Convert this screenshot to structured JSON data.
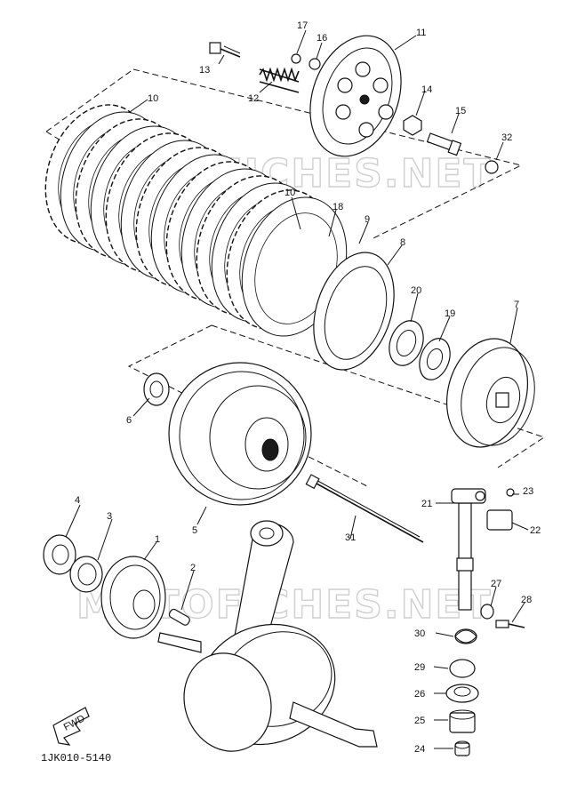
{
  "watermark": "MOTOFICHES.NET",
  "diagram_code": "1JK010-5140",
  "fwd_label": "FWD",
  "callouts": [
    {
      "id": "c1",
      "text": "1"
    },
    {
      "id": "c2",
      "text": "2"
    },
    {
      "id": "c3",
      "text": "3"
    },
    {
      "id": "c4",
      "text": "4"
    },
    {
      "id": "c5",
      "text": "5"
    },
    {
      "id": "c6",
      "text": "6"
    },
    {
      "id": "c7",
      "text": "7"
    },
    {
      "id": "c8",
      "text": "8"
    },
    {
      "id": "c9",
      "text": "9"
    },
    {
      "id": "c10a",
      "text": "10"
    },
    {
      "id": "c10b",
      "text": "10"
    },
    {
      "id": "c11",
      "text": "11"
    },
    {
      "id": "c12",
      "text": "12"
    },
    {
      "id": "c13",
      "text": "13"
    },
    {
      "id": "c14",
      "text": "14"
    },
    {
      "id": "c15",
      "text": "15"
    },
    {
      "id": "c16",
      "text": "16"
    },
    {
      "id": "c17",
      "text": "17"
    },
    {
      "id": "c18",
      "text": "18"
    },
    {
      "id": "c19",
      "text": "19"
    },
    {
      "id": "c20",
      "text": "20"
    },
    {
      "id": "c21",
      "text": "21"
    },
    {
      "id": "c22",
      "text": "22"
    },
    {
      "id": "c23",
      "text": "23"
    },
    {
      "id": "c24",
      "text": "24"
    },
    {
      "id": "c25",
      "text": "25"
    },
    {
      "id": "c26",
      "text": "26"
    },
    {
      "id": "c27",
      "text": "27"
    },
    {
      "id": "c28",
      "text": "28"
    },
    {
      "id": "c29",
      "text": "29"
    },
    {
      "id": "c30",
      "text": "30"
    },
    {
      "id": "c31",
      "text": "31"
    },
    {
      "id": "c32",
      "text": "32"
    }
  ]
}
